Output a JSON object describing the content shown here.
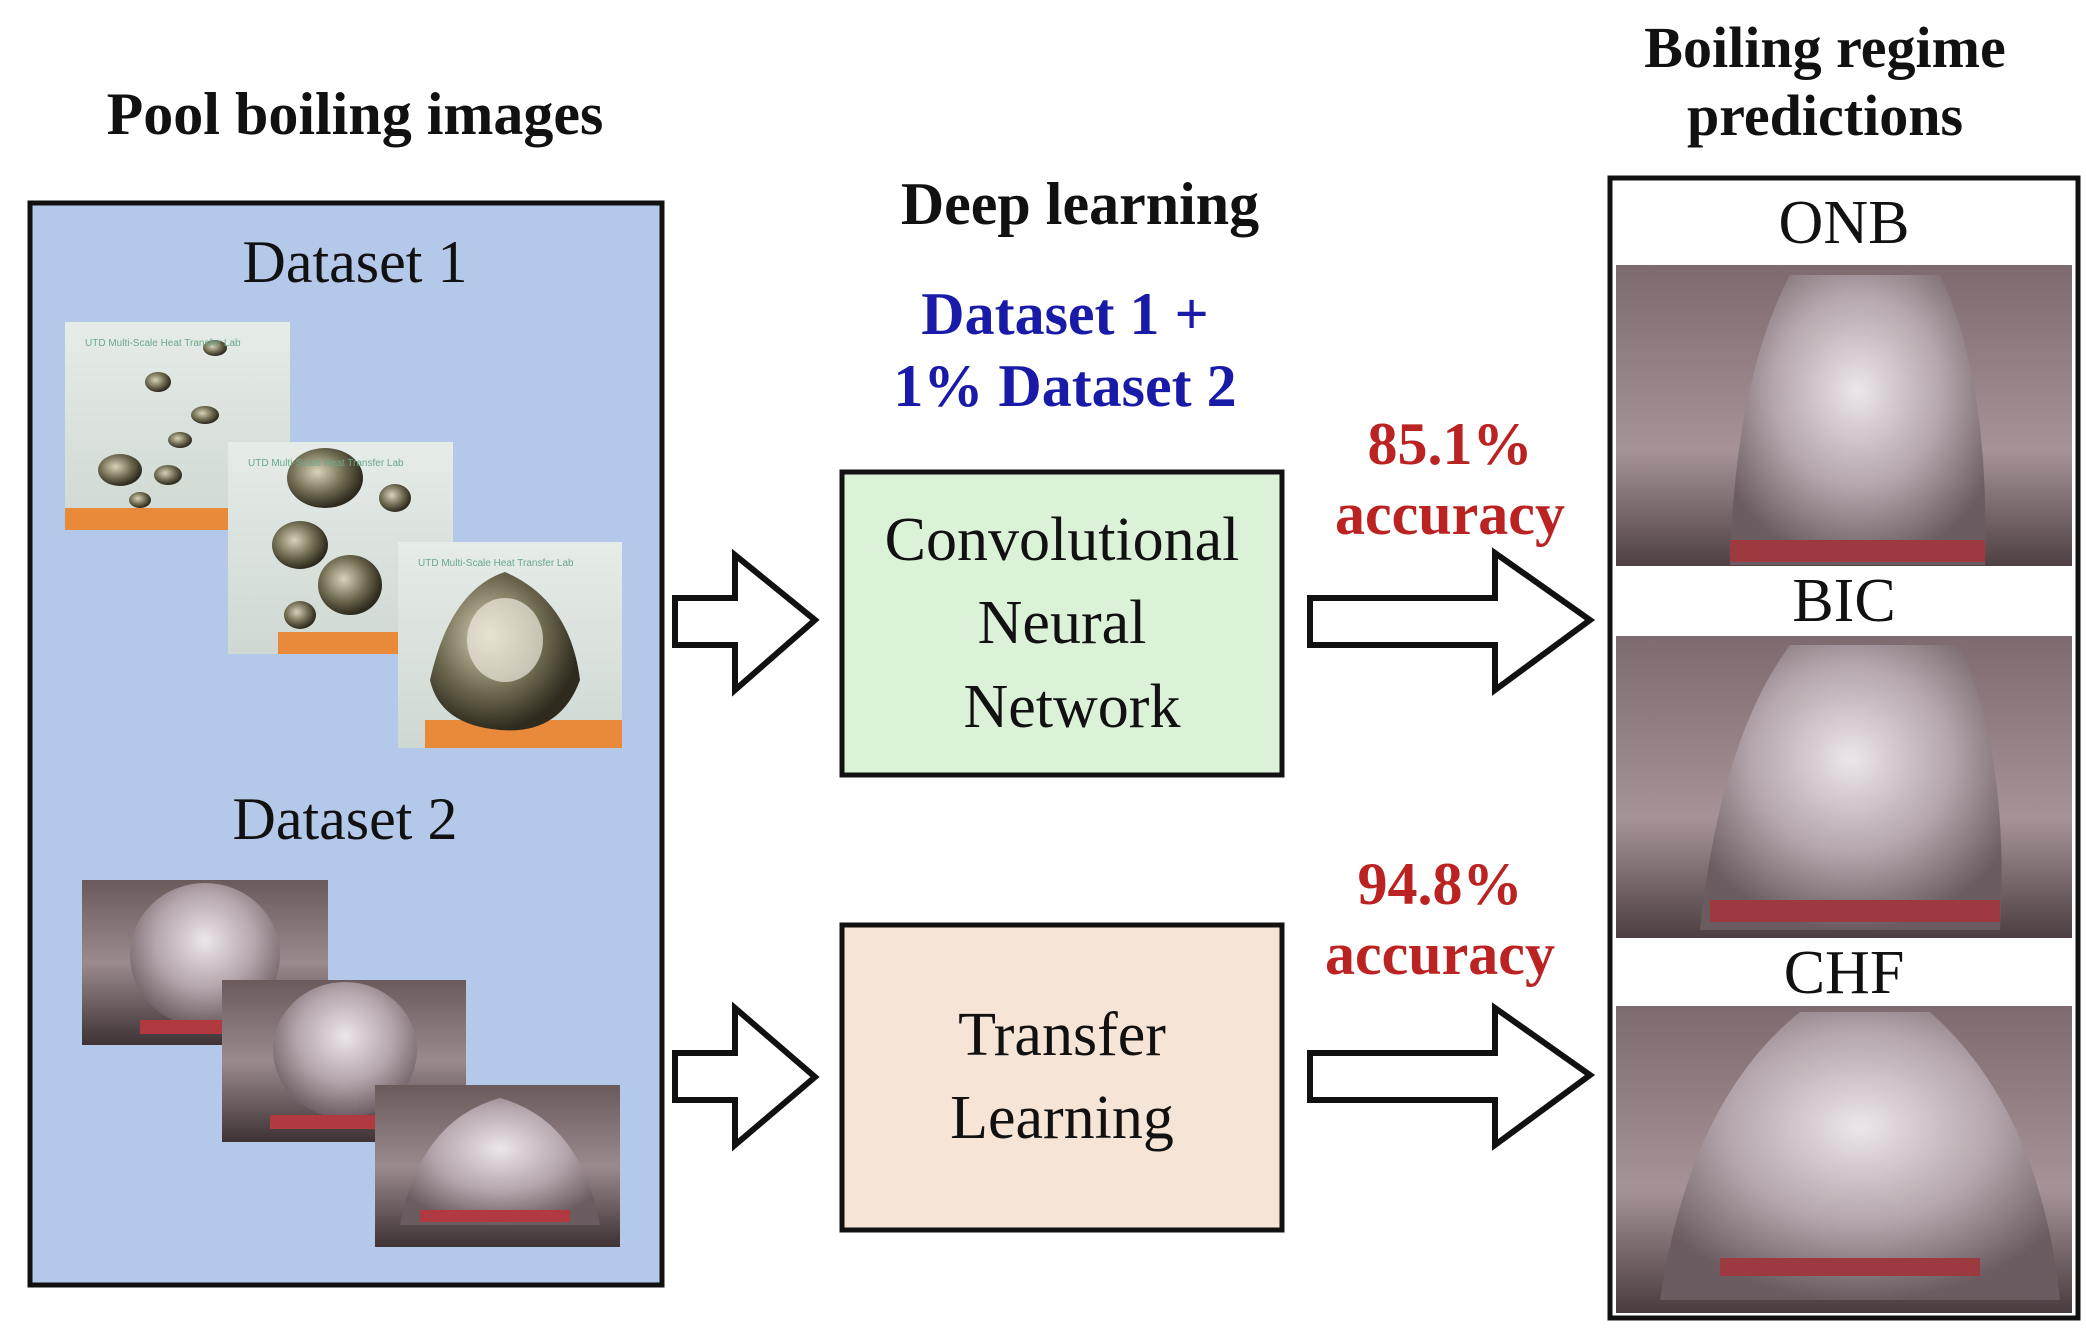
{
  "headers": {
    "pool_boiling": "Pool boiling images",
    "deep_learning": "Deep learning",
    "predictions_line1": "Boiling regime",
    "predictions_line2": "predictions"
  },
  "left_panel": {
    "dataset1_label": "Dataset 1",
    "dataset2_label": "Dataset 2",
    "watermark": "UTD Multi-Scale Heat Transfer Lab"
  },
  "middle": {
    "dataset_combo_line1": "Dataset 1 +",
    "dataset_combo_line2": "1% Dataset 2",
    "cnn_lines": [
      "Convolutional",
      "Neural",
      "Network"
    ],
    "transfer_lines": [
      "Transfer",
      "Learning"
    ]
  },
  "accuracy": {
    "top_value": "85.1%",
    "top_word": "accuracy",
    "bottom_value": "94.8%",
    "bottom_word": "accuracy"
  },
  "regimes": [
    "ONB",
    "BIC",
    "CHF"
  ],
  "colors": {
    "left_panel_bg": "#b4c8ea",
    "cnn_box": "#dcf2d8",
    "transfer_box": "#f6e4d6",
    "accuracy_red": "#bb2222",
    "dataset_blue": "#1a1aa8"
  }
}
